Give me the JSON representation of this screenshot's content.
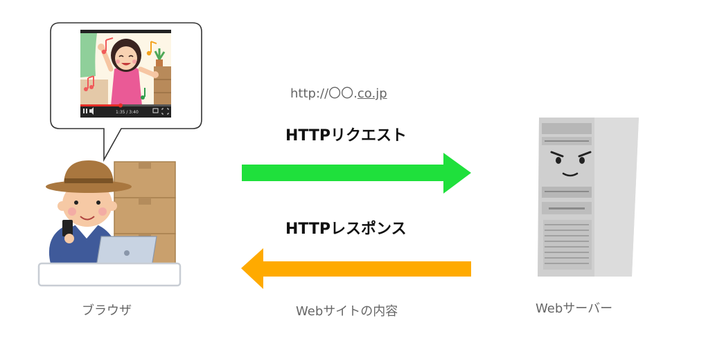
{
  "labels": {
    "url_prefix": "http://〇〇.",
    "url_domain": "co.jp",
    "request": "HTTPリクエスト",
    "response": "HTTPレスポンス",
    "browser": "ブラウザ",
    "web_content": "Webサイトの内容",
    "web_server": "Webサーバー"
  },
  "video_player": {
    "time": "1:35 / 3:40"
  },
  "colors": {
    "request_arrow": "#1fe03c",
    "response_arrow": "#ffaa00",
    "server_body": "#d9d9d9",
    "speech_bubble_border": "#333333"
  }
}
